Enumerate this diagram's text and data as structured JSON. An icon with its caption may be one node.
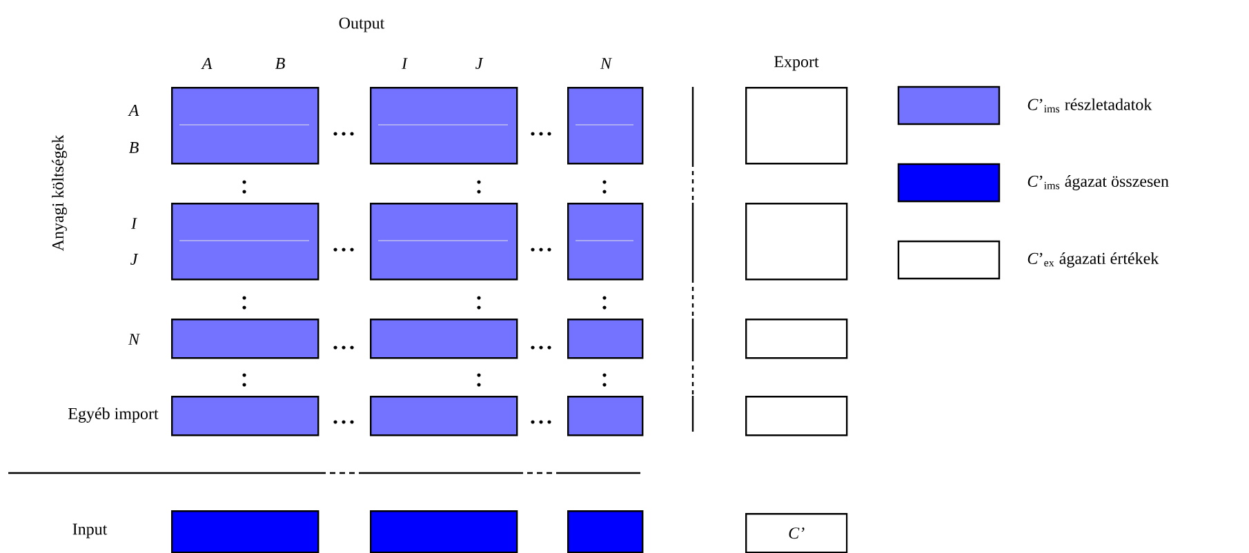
{
  "diagram": {
    "nodes": [
      {
        "text": [],
        "shape": "box"
      },
      {
        "text": [],
        "shape": "box"
      },
      {
        "text": [],
        "shape": "box"
      },
      {
        "text": [],
        "shape": "box"
      },
      {
        "text": [],
        "shape": "box"
      },
      {
        "text": [],
        "shape": "box"
      },
      {
        "text": [],
        "shape": "box"
      },
      {
        "text": [],
        "shape": "box"
      },
      {
        "text": [],
        "shape": "box"
      },
      {
        "text": [],
        "shape": "box"
      },
      {
        "text": [],
        "shape": "box"
      },
      {
        "text": [],
        "shape": "box"
      },
      {
        "text": [],
        "shape": "box"
      },
      {
        "text": [],
        "shape": "box"
      },
      {
        "text": [],
        "shape": "box"
      },
      {
        "text": [],
        "shape": "box"
      },
      {
        "text": [],
        "shape": "box"
      },
      {
        "text": [],
        "shape": "box"
      },
      {
        "text": [],
        "shape": "box"
      },
      {
        "text": [
          "C’"
        ]
      }
    ],
    "labels": [
      "Output",
      "A",
      "B",
      "I",
      "J",
      "N",
      "Export",
      "Anyagi költségek",
      "A",
      "B",
      "I",
      "J",
      "N",
      "Egyéb import",
      "Input"
    ],
    "legend": [
      {
        "text": "*C*’$_{ims}$ részletadatok",
        "color": "#7373ff"
      },
      {
        "text": "*C*’$_{ims}$ ágazat összesen",
        "color": "#0000ff"
      },
      {
        "text": "*C*’$_{ex}$ ágazati értékek"
      }
    ]
  }
}
